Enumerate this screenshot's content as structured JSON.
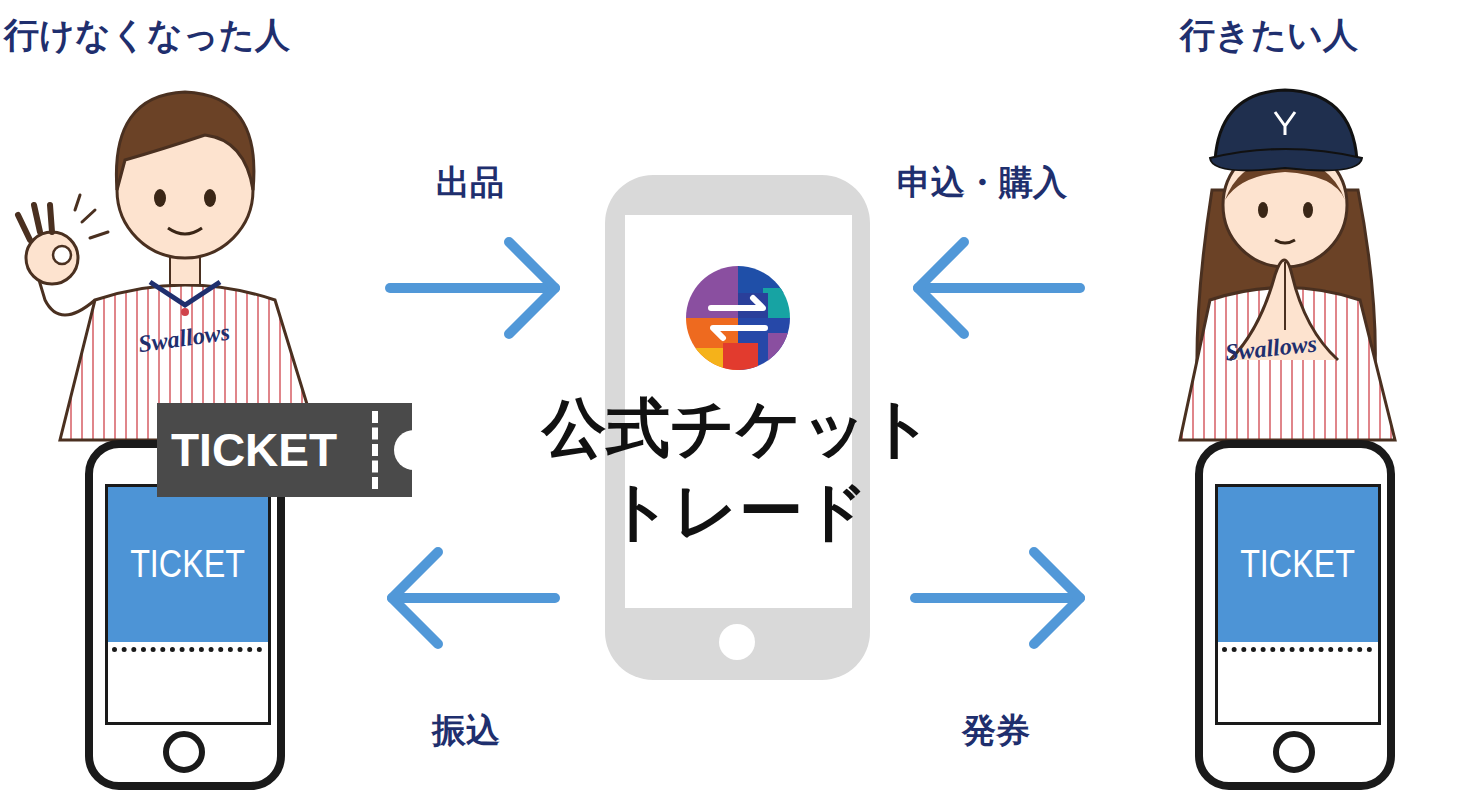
{
  "diagram": {
    "nodes": [
      {
        "text": [
          "行けなくなった人"
        ]
      },
      {
        "text": [
          "TICKET"
        ]
      },
      {
        "text": [
          "TICKET"
        ]
      },
      {
        "text": [
          "公式チケット トレード"
        ]
      },
      {
        "text": [
          "行きたい人"
        ]
      },
      {
        "text": [
          "TICKET"
        ]
      }
    ],
    "edges": [
      {
        "from": 0,
        "to": 3,
        "label": "出品",
        "arrow": "to"
      },
      {
        "from": 4,
        "to": 3,
        "label": "申込・購入",
        "arrow": "to"
      },
      {
        "from": 3,
        "to": 1,
        "label": "振込",
        "arrow": "to"
      },
      {
        "from": 3,
        "to": 5,
        "label": "発券",
        "arrow": "to"
      }
    ],
    "labels": [
      "Swallows",
      "Swallows"
    ]
  }
}
